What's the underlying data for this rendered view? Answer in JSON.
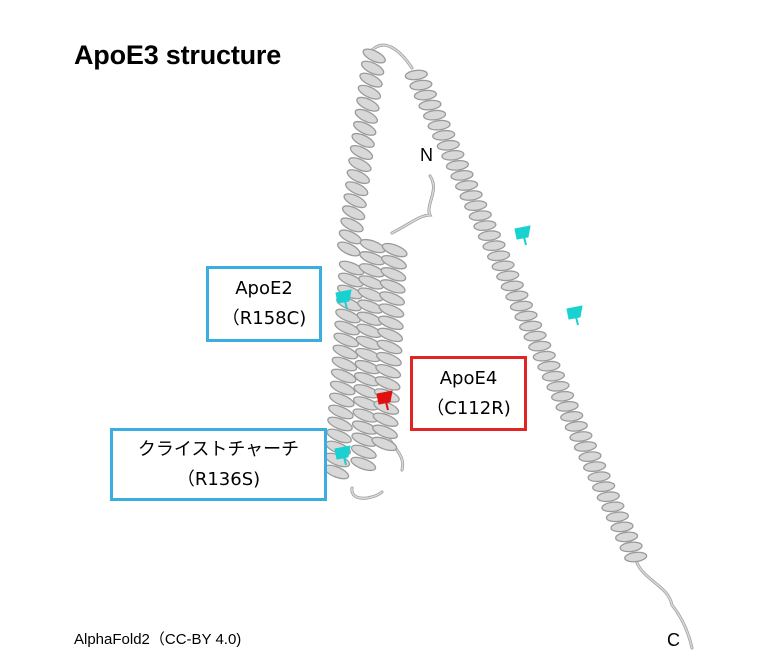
{
  "title": "ApoE3 structure",
  "credit": "AlphaFold2（CC-BY 4.0)",
  "termini": {
    "n": "N",
    "c": "C"
  },
  "labels": {
    "apoe2": {
      "name": "ApoE2",
      "mutation": "（R158C)"
    },
    "apoe4": {
      "name": "ApoE4",
      "mutation": "（C112R)"
    },
    "christchurch": {
      "name": "クライストチャーチ",
      "mutation": "（R136S)"
    }
  },
  "colors": {
    "helix": "#d8d8d8",
    "helix_shadow": "#9a9a9a",
    "residue_cyan": "#19d1d1",
    "residue_red": "#e01010",
    "box_blue": "#3aaee0",
    "box_red": "#e02525"
  }
}
